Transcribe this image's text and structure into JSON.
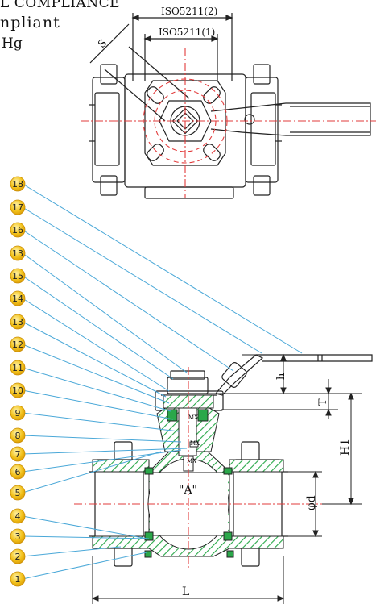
{
  "header": {
    "line1": "L COMPLIANCE",
    "line2": "npliant",
    "line3": " Hg"
  },
  "dimensions": {
    "iso2": "ISO5211(2)",
    "iso1": "ISO5211(1)",
    "s": "S",
    "h": "h",
    "t": "T",
    "h1": "H1",
    "phi_d": "φd",
    "a": "\"A\"",
    "l": "L",
    "mark": "MX"
  },
  "part_numbers": [
    "18",
    "17",
    "16",
    "13",
    "15",
    "14",
    "13",
    "12",
    "11",
    "10",
    "9",
    "8",
    "7",
    "6",
    "5",
    "4",
    "3",
    "2",
    "1"
  ],
  "colors": {
    "leader": "#4aa8d8",
    "center": "#e23b3b",
    "hatch": "#2aa84a",
    "badge": "#f2c11a",
    "outline": "#222222"
  }
}
